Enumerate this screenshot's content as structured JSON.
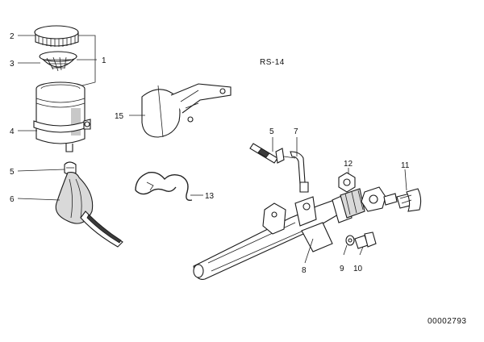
{
  "diagram": {
    "section_ref": "RS-14",
    "drawing_number": "00002793",
    "callouts": [
      {
        "id": "c1",
        "label": "1"
      },
      {
        "id": "c2",
        "label": "2"
      },
      {
        "id": "c3",
        "label": "3"
      },
      {
        "id": "c4",
        "label": "4"
      },
      {
        "id": "c5a",
        "label": "5"
      },
      {
        "id": "c6",
        "label": "6"
      },
      {
        "id": "c5b",
        "label": "5"
      },
      {
        "id": "c7",
        "label": "7"
      },
      {
        "id": "c8",
        "label": "8"
      },
      {
        "id": "c9",
        "label": "9"
      },
      {
        "id": "c10",
        "label": "10"
      },
      {
        "id": "c11",
        "label": "11"
      },
      {
        "id": "c12",
        "label": "12"
      },
      {
        "id": "c13",
        "label": "13"
      },
      {
        "id": "c15",
        "label": "15"
      }
    ]
  }
}
